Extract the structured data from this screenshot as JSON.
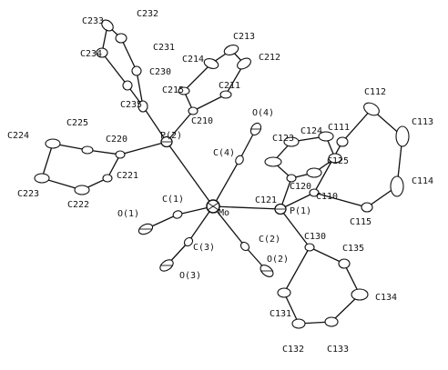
{
  "figure": {
    "labels": {
      "mo": "Mo",
      "p1": "P(1)",
      "p2": "P(2)",
      "c1": "C(1)",
      "c2": "C(2)",
      "c3": "C(3)",
      "c4": "C(4)",
      "o1": "O(1)",
      "o2": "O(2)",
      "o3": "O(3)",
      "o4": "O(4)",
      "c110": "C110",
      "c111": "C111",
      "c112": "C112",
      "c113": "C113",
      "c114": "C114",
      "c115": "C115",
      "c120": "C120",
      "c121": "C121",
      "c123": "C123",
      "c124": "C124",
      "c125": "C125",
      "c130": "C130",
      "c131": "C131",
      "c132": "C132",
      "c133": "C133",
      "c134": "C134",
      "c135": "C135",
      "c210": "C210",
      "c211": "C211",
      "c212": "C212",
      "c213": "C213",
      "c214": "C214",
      "c215": "C215",
      "c220": "C220",
      "c221": "C221",
      "c222": "C222",
      "c223": "C223",
      "c224": "C224",
      "c225": "C225",
      "c230": "C230",
      "c231": "C231",
      "c232": "C232",
      "c233": "C233",
      "c234": "C234",
      "c235": "C235"
    }
  }
}
